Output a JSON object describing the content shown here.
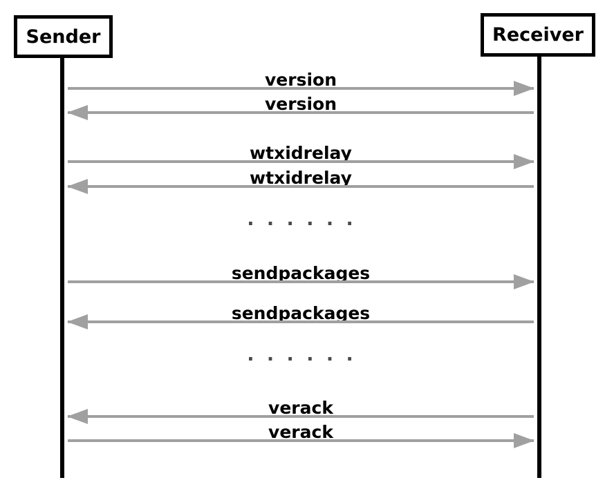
{
  "diagram": {
    "type": "sequence-diagram",
    "actors": {
      "left": "Sender",
      "right": "Receiver"
    },
    "messages": [
      {
        "label": "version",
        "from": "Sender",
        "to": "Receiver",
        "direction": "right"
      },
      {
        "label": "version",
        "from": "Receiver",
        "to": "Sender",
        "direction": "left"
      },
      {
        "label": "wtxidrelay",
        "from": "Sender",
        "to": "Receiver",
        "direction": "right"
      },
      {
        "label": "wtxidrelay",
        "from": "Receiver",
        "to": "Sender",
        "direction": "left"
      },
      {
        "label": ". . . . . .",
        "direction": "none"
      },
      {
        "label": "sendpackages",
        "from": "Sender",
        "to": "Receiver",
        "direction": "right"
      },
      {
        "label": "sendpackages",
        "from": "Receiver",
        "to": "Sender",
        "direction": "left"
      },
      {
        "label": ". . . . . .",
        "direction": "none"
      },
      {
        "label": "verack",
        "from": "Receiver",
        "to": "Sender",
        "direction": "left"
      },
      {
        "label": "verack",
        "from": "Sender",
        "to": "Receiver",
        "direction": "right"
      }
    ],
    "colors": {
      "arrow": "#a0a0a0",
      "lifeline": "#000000",
      "label": "#000000",
      "dots": "#4a4a4a",
      "background": "#ffffff"
    }
  }
}
